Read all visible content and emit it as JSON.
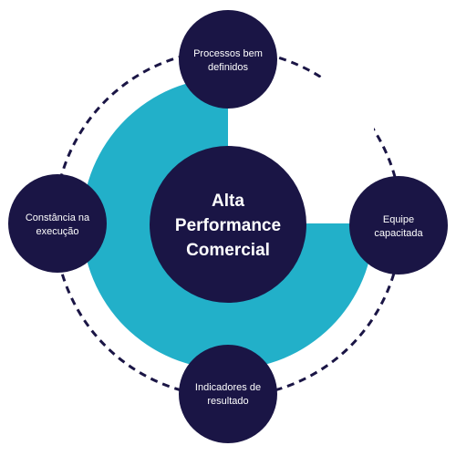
{
  "colors": {
    "node_fill": "#1a1545",
    "ring_stroke": "#1a1545",
    "accent_fill": "#22b0c9",
    "background": "#ffffff"
  },
  "center": {
    "line1": "Alta",
    "line2": "Performance",
    "line3": "Comercial"
  },
  "nodes": {
    "top": {
      "line1": "Processos bem",
      "line2": "definidos"
    },
    "right": {
      "line1": "Equipe",
      "line2": "capacitada"
    },
    "bottom": {
      "line1": "Indicadores de",
      "line2": "resultado"
    },
    "left": {
      "line1": "Constância na",
      "line2": "execução"
    }
  }
}
